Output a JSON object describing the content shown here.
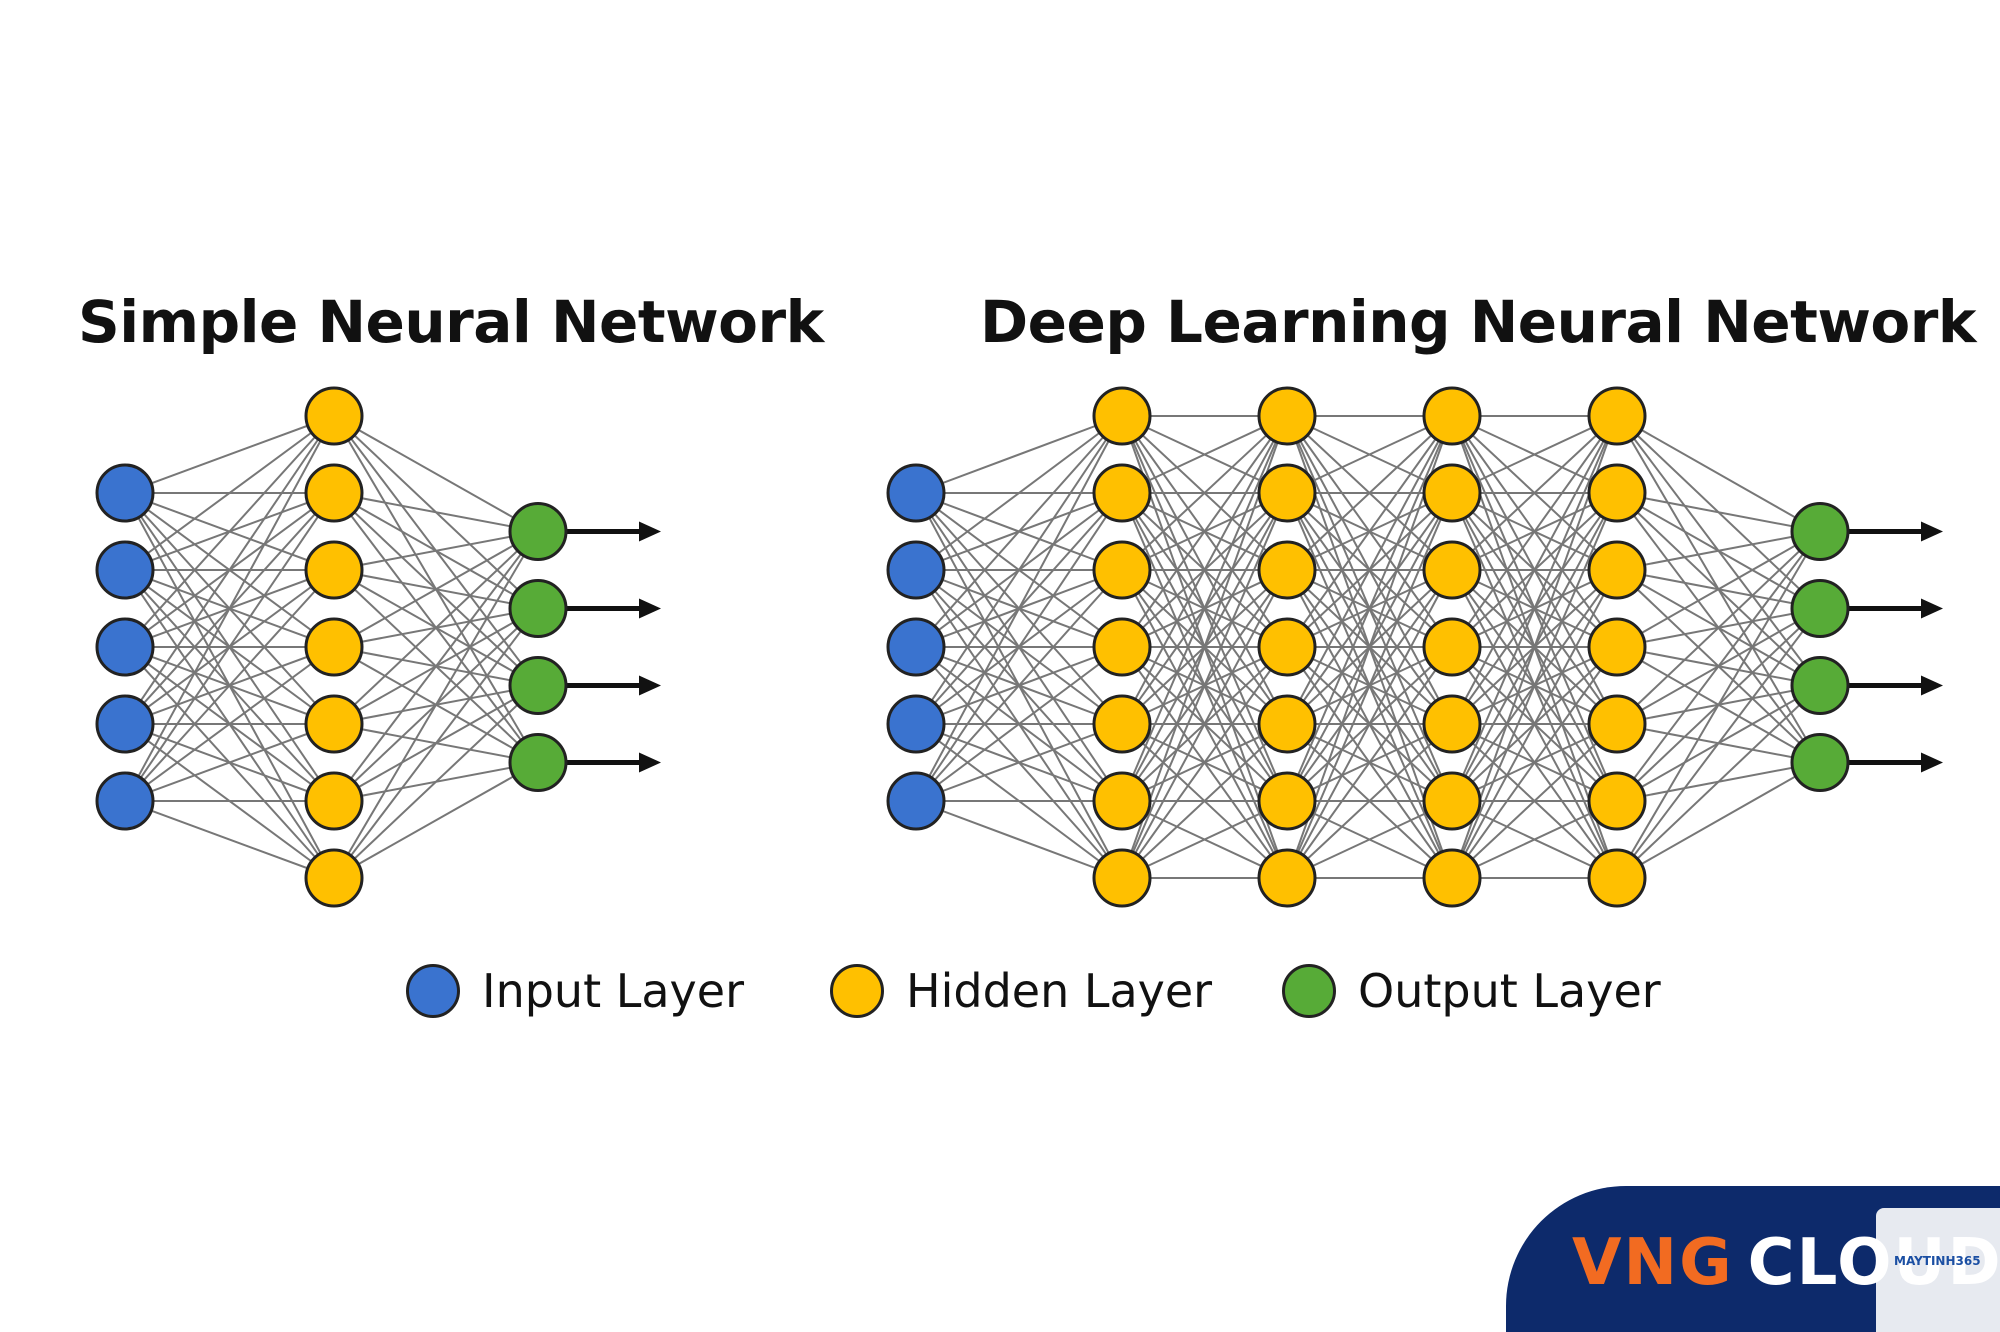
{
  "titles": {
    "simple": "Simple Neural Network",
    "deep": "Deep Learning Neural Network"
  },
  "legend": {
    "input": "Input Layer",
    "hidden": "Hidden Layer",
    "output": "Output Layer"
  },
  "colors": {
    "input": "#3a73cf",
    "hidden": "#ffc000",
    "output": "#57ab37",
    "node_stroke": "#222222",
    "edge": "#777777",
    "arrow": "#111111"
  },
  "networks": {
    "simple": {
      "layers": [
        {
          "kind": "input",
          "nodes": 5
        },
        {
          "kind": "hidden",
          "nodes": 7
        },
        {
          "kind": "output",
          "nodes": 4
        }
      ],
      "output_arrows": true
    },
    "deep": {
      "layers": [
        {
          "kind": "input",
          "nodes": 5
        },
        {
          "kind": "hidden",
          "nodes": 7
        },
        {
          "kind": "hidden",
          "nodes": 7
        },
        {
          "kind": "hidden",
          "nodes": 7
        },
        {
          "kind": "hidden",
          "nodes": 7
        },
        {
          "kind": "output",
          "nodes": 4
        }
      ],
      "output_arrows": true
    }
  },
  "brand": {
    "vng": "VNG",
    "cloud": "CLOUD",
    "watermark": "MAYTINH365"
  }
}
